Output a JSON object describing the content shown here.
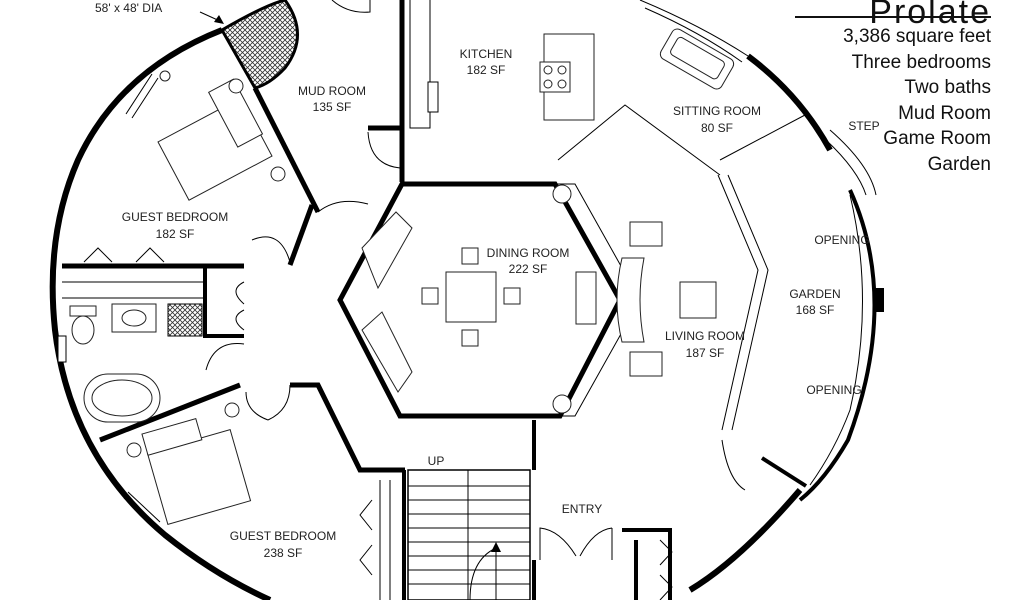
{
  "header": {
    "title_fragment": "Prolate"
  },
  "features": [
    "3,386 square feet",
    "Three bedrooms",
    "Two baths",
    "Mud Room",
    "Game Room",
    "Garden"
  ],
  "dome_note": "58' x 48' DIA",
  "rooms": {
    "kitchen": {
      "name": "KITCHEN",
      "area": "182 SF"
    },
    "mud_room": {
      "name": "MUD ROOM",
      "area": "135 SF"
    },
    "sitting_room": {
      "name": "SITTING ROOM",
      "area": "80 SF"
    },
    "guest_bed_1": {
      "name": "GUEST BEDROOM",
      "area": "182 SF"
    },
    "dining_room": {
      "name": "DINING ROOM",
      "area": "222 SF"
    },
    "living_room": {
      "name": "LIVING ROOM",
      "area": "187 SF"
    },
    "garden": {
      "name": "GARDEN",
      "area": "168 SF"
    },
    "guest_bed_2": {
      "name": "GUEST BEDROOM",
      "area": "238 SF"
    }
  },
  "labels": {
    "step": "STEP",
    "opening_top": "OPENING",
    "opening_bottom": "OPENING",
    "up": "UP",
    "entry": "ENTRY"
  }
}
